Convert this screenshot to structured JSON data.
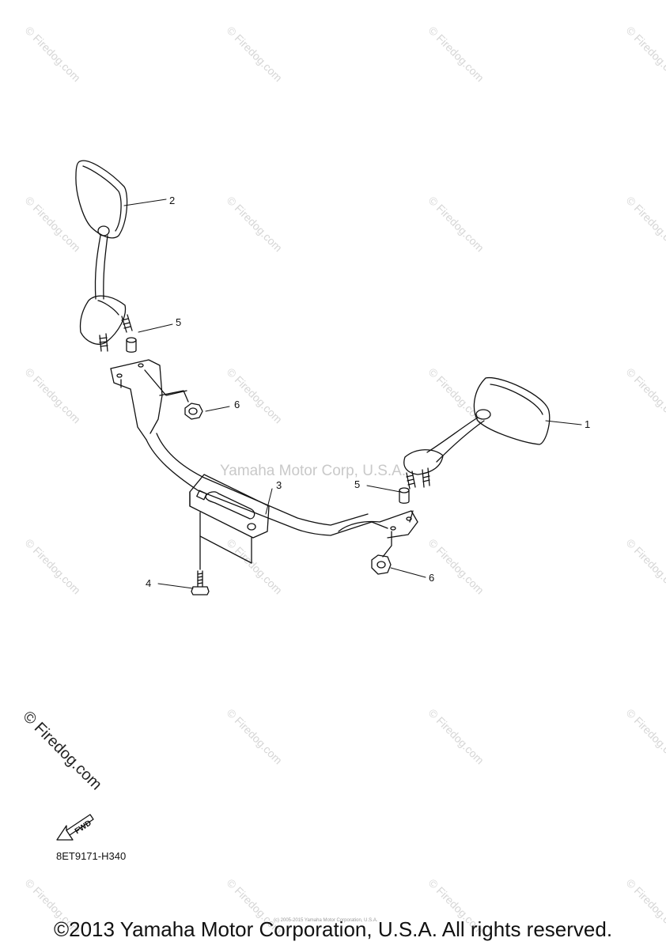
{
  "watermark": {
    "text": "© Firedog.com",
    "center_text": "Yamaha Motor Corp, U.S.A."
  },
  "diagram": {
    "code": "8ET9171-H340",
    "fwd_label": "FWD",
    "callouts": {
      "p1": "1",
      "p2": "2",
      "p3": "3",
      "p4": "4",
      "p5_left": "5",
      "p5_right": "5",
      "p6_left": "6",
      "p6_right": "6"
    }
  },
  "footer": {
    "tiny_line": "(c) 2005-2015 Yamaha Motor Corporation, U.S.A.",
    "copyright": "©2013 Yamaha Motor Corporation, U.S.A. All rights reserved."
  },
  "colors": {
    "line": "#111111",
    "watermark": "#d6d6d6",
    "background": "#ffffff"
  }
}
